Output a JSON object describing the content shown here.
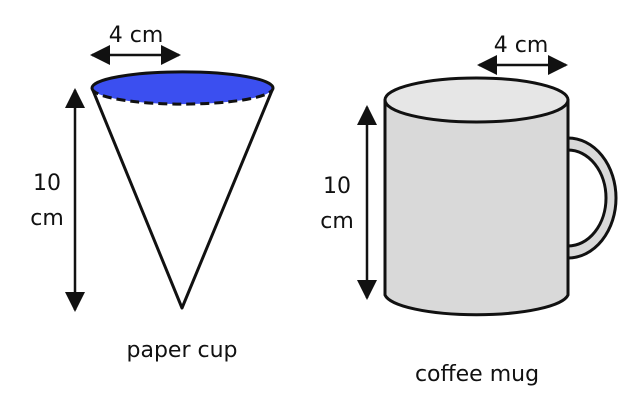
{
  "colors": {
    "cup_top": "#3b4ff0",
    "mug_body": "#d9d9d9",
    "mug_top": "#e6e6e6",
    "stroke": "#111111"
  },
  "paper_cup": {
    "diameter_label": "4 cm",
    "height_value": "10",
    "height_unit": "cm",
    "caption": "paper cup"
  },
  "coffee_mug": {
    "radius_label": "4 cm",
    "height_value": "10",
    "height_unit": "cm",
    "caption": "coffee mug"
  }
}
